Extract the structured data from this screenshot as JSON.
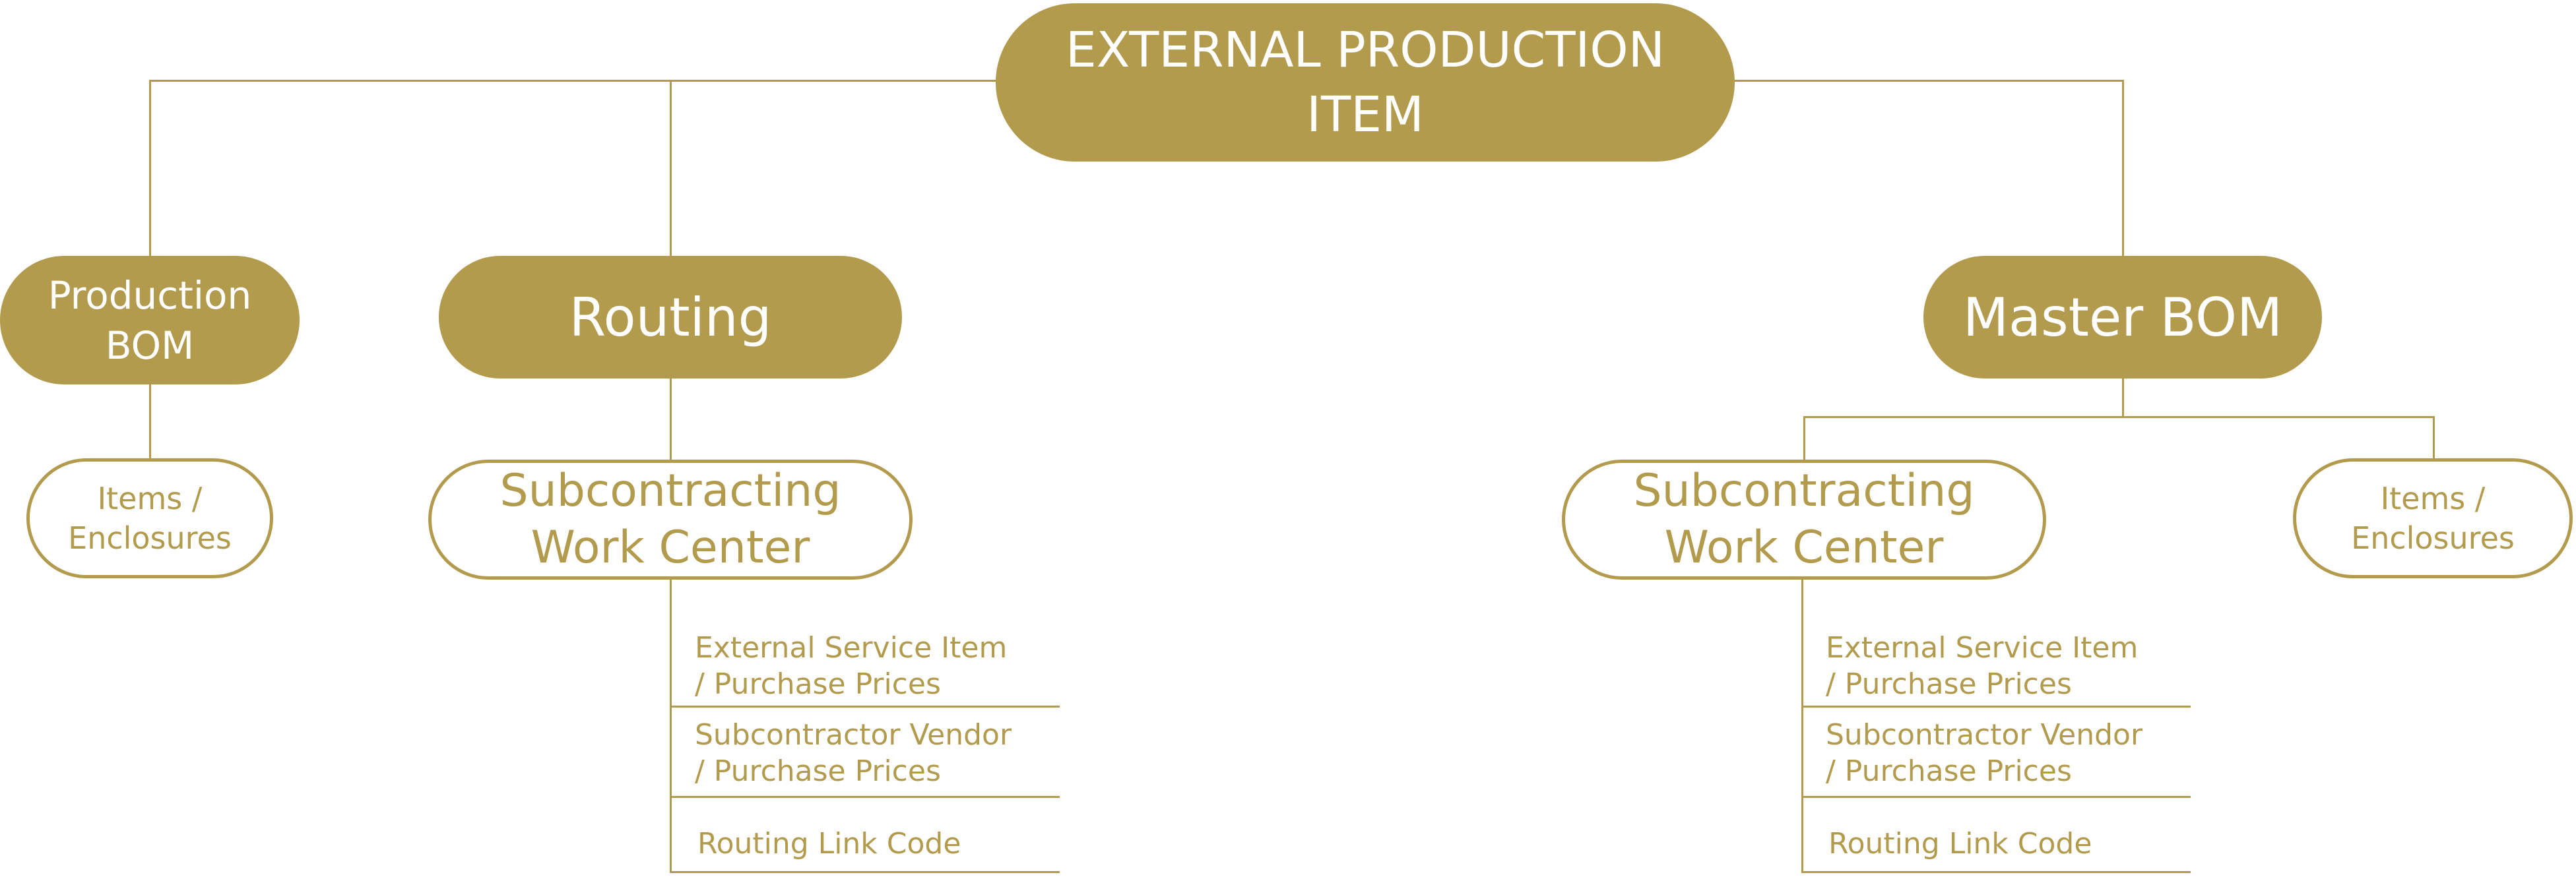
{
  "colors": {
    "accent": "#b39b4e",
    "on_accent": "#ffffff",
    "background": "#ffffff"
  },
  "root": {
    "label": "EXTERNAL PRODUCTION\nITEM"
  },
  "branches": {
    "production_bom": {
      "label": "Production\nBOM",
      "children": [
        {
          "label": "Items /\nEnclosures"
        }
      ]
    },
    "routing": {
      "label": "Routing",
      "children": [
        {
          "label": "Subcontracting\nWork Center"
        }
      ],
      "details": [
        "External Service Item\n/ Purchase Prices",
        "Subcontractor Vendor\n/ Purchase Prices",
        "Routing Link Code"
      ]
    },
    "master_bom": {
      "label": "Master BOM",
      "children": [
        {
          "label": "Subcontracting\nWork Center"
        },
        {
          "label": "Items /\nEnclosures"
        }
      ],
      "details": [
        "External Service Item\n/ Purchase Prices",
        "Subcontractor Vendor\n/ Purchase Prices",
        "Routing Link Code"
      ]
    }
  }
}
